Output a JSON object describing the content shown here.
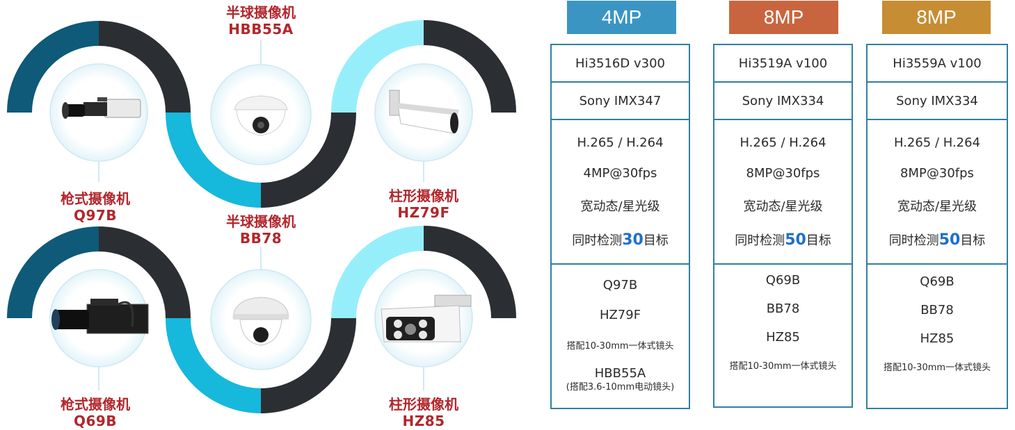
{
  "colors": {
    "dark_teal": "#0e5a78",
    "charcoal": "#2b2f33",
    "cyan": "#16b8dc",
    "light_cyan": "#97eefb",
    "label_red": "#b3262b",
    "header_blue": "#3b95c2",
    "header_orange": "#c8653f",
    "header_gold": "#c68d33",
    "table_border": "#2f7fa1",
    "highlight_blue": "#1f6fc9"
  },
  "cameras": {
    "top_left": {
      "type": "枪式摄像机",
      "model": "Q97B",
      "icon": "box-camera-icon"
    },
    "top_middle": {
      "type": "半球摄像机",
      "model": "HBB55A",
      "icon": "dome-camera-icon"
    },
    "top_right": {
      "type": "柱形摄像机",
      "model": "HZ79F",
      "icon": "bullet-camera-icon"
    },
    "bottom_left": {
      "type": "枪式摄像机",
      "model": "Q69B",
      "icon": "box-camera-icon"
    },
    "bottom_middle": {
      "type": "半球摄像机",
      "model": "BB78",
      "icon": "dome-camera-icon"
    },
    "bottom_right": {
      "type": "柱形摄像机",
      "model": "HZ85",
      "icon": "bullet-camera-icon"
    }
  },
  "columns": [
    {
      "header": "4MP",
      "chip": "Hi3516D v300",
      "sensor": "Sony IMX347",
      "codec": "H.265 / H.264",
      "resolution": "4MP@30fps",
      "feature": "宽动态/星光级",
      "detect_prefix": "同时检测",
      "detect_count": "30",
      "detect_suffix": "目标",
      "model_1": "Q97B",
      "model_2": "HZ79F",
      "lens_1": "搭配10-30mm一体式镜头",
      "model_3": "HBB55A",
      "lens_2": "(搭配3.6-10mm电动镜头)"
    },
    {
      "header": "8MP",
      "chip": "Hi3519A v100",
      "sensor": "Sony IMX334",
      "codec": "H.265 / H.264",
      "resolution": "8MP@30fps",
      "feature": "宽动态/星光级",
      "detect_prefix": "同时检测",
      "detect_count": "50",
      "detect_suffix": "目标",
      "model_1": "Q69B",
      "model_2": "BB78",
      "model_3": "HZ85",
      "lens_1": "搭配10-30mm一体式镜头"
    },
    {
      "header": "8MP",
      "chip": "Hi3559A v100",
      "sensor": "Sony IMX334",
      "codec": "H.265 / H.264",
      "resolution": "8MP@30fps",
      "feature": "宽动态/星光级",
      "detect_prefix": "同时检测",
      "detect_count": "50",
      "detect_suffix": "目标",
      "model_1": "Q69B",
      "model_2": "BB78",
      "model_3": "HZ85",
      "lens_1": "搭配10-30mm一体式镜头"
    }
  ]
}
